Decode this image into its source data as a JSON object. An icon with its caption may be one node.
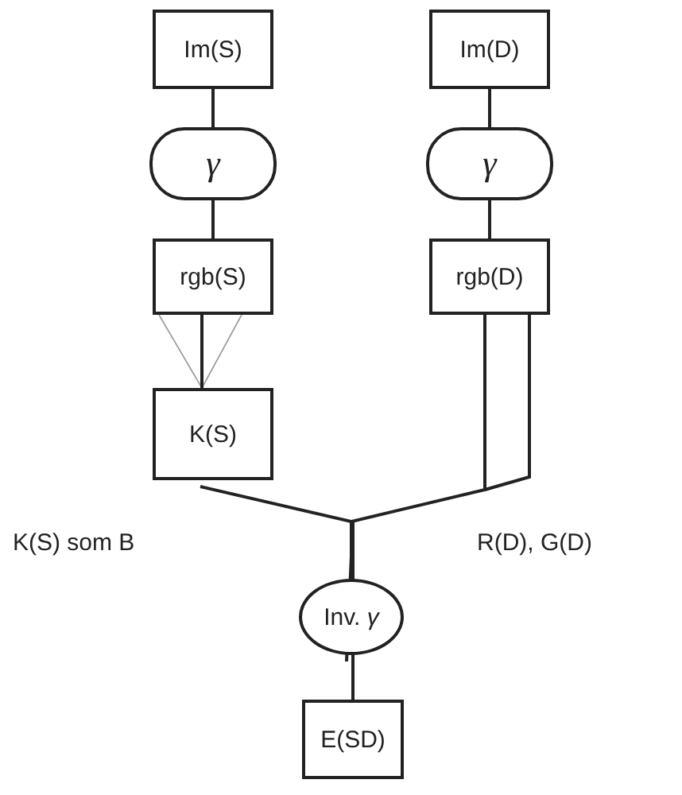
{
  "diagram": {
    "nodes": [
      {
        "text": [
          "Im(S)"
        ]
      },
      {
        "text": [
          "γ"
        ]
      },
      {
        "text": [
          "rgb(S)"
        ]
      },
      {
        "text": [
          "K(S)"
        ]
      },
      {
        "text": [
          "Im(D)"
        ]
      },
      {
        "text": [
          "γ"
        ]
      },
      {
        "text": [
          "rgb(D)"
        ]
      },
      {
        "text": [
          "Inv. *γ*"
        ]
      },
      {
        "text": [
          "E(SD)"
        ]
      }
    ],
    "edges": [
      {
        "from": 0,
        "to": 1,
        "arrow": "none"
      },
      {
        "from": 1,
        "to": 2,
        "arrow": "none"
      },
      {
        "from": 2,
        "to": 3,
        "arrow": "none"
      },
      {
        "from": 3,
        "to": 7,
        "arrow": "none"
      },
      {
        "from": 4,
        "to": 5,
        "arrow": "none"
      },
      {
        "from": 5,
        "to": 6,
        "arrow": "none"
      },
      {
        "from": 6,
        "to": 7,
        "arrow": "none"
      },
      {
        "from": 7,
        "to": 8,
        "arrow": "none"
      }
    ],
    "labels": [
      "K(S) som B",
      "R(D), G(D)"
    ]
  }
}
